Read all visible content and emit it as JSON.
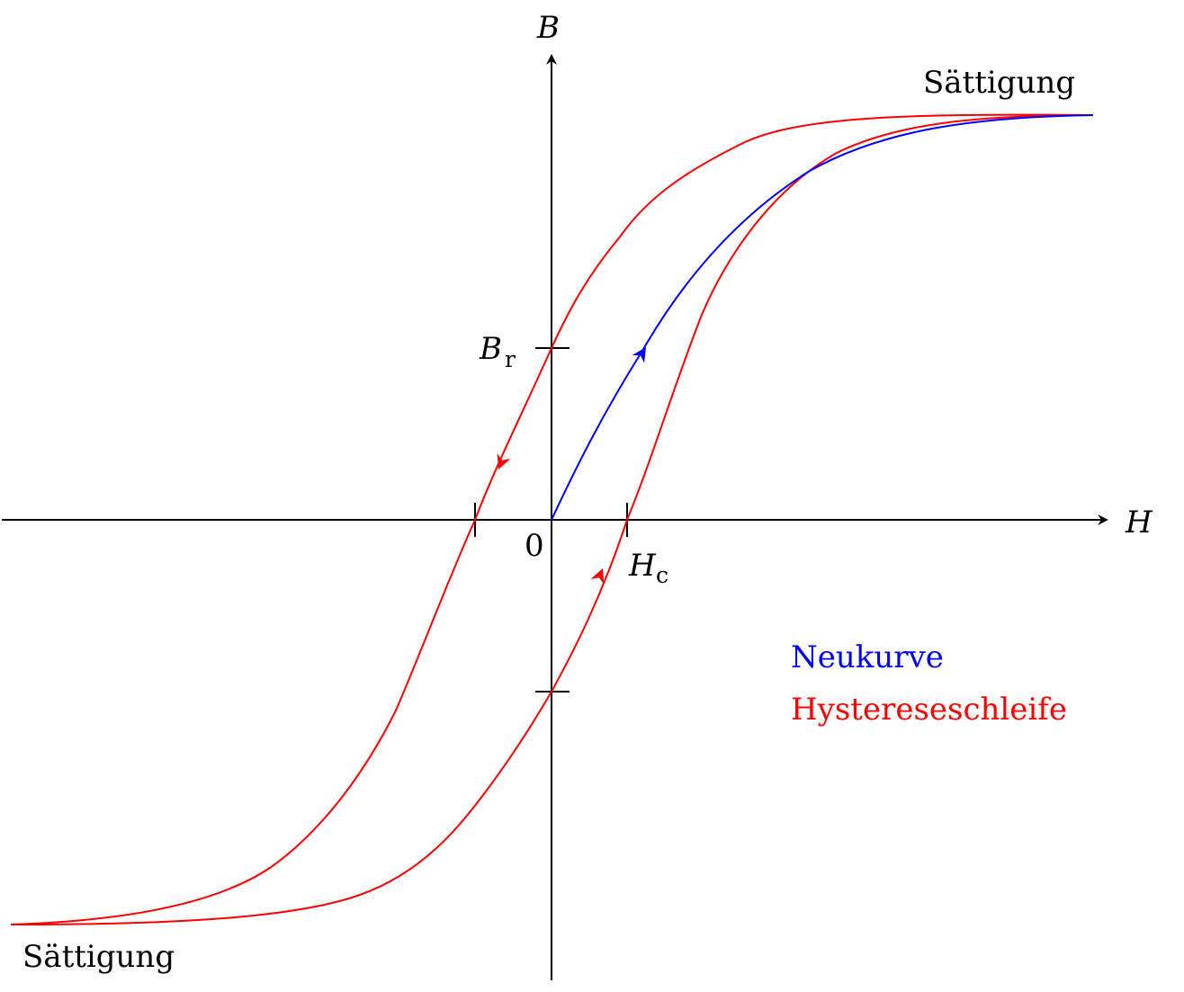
{
  "axes": {
    "h_label": "H",
    "b_label": "B",
    "origin_label": "0",
    "br_label_main": "B",
    "br_label_sub": "r",
    "hc_label_main": "H",
    "hc_label_sub": "c"
  },
  "annotations": {
    "saturation_top": "Sättigung",
    "saturation_bottom": "Sättigung"
  },
  "legend": {
    "neukurve": "Neukurve",
    "hysteresis": "Hystereseschleife"
  },
  "colors": {
    "axis": "#000000",
    "neukurve": "#0000ff",
    "hysteresis": "#ff0000",
    "background": "#ffffff"
  }
}
